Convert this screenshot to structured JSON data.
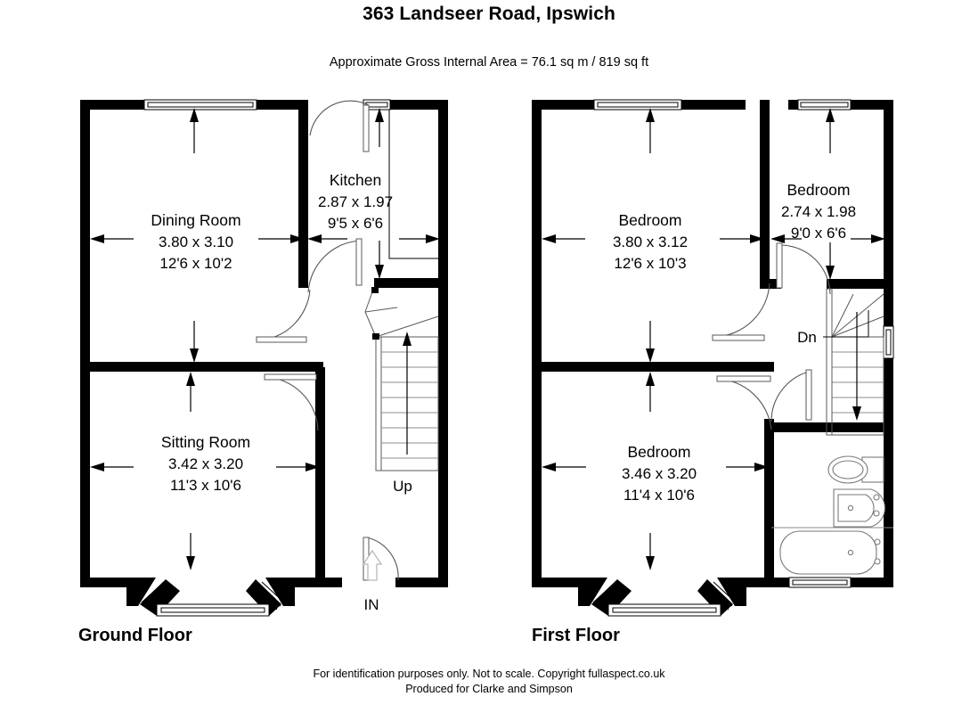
{
  "header": {
    "title": "363 Landseer Road, Ipswich",
    "subtitle": "Approximate Gross Internal Area = 76.1 sq m / 819 sq ft"
  },
  "footer": {
    "line1": "For identification purposes only. Not to scale. Copyright fullaspect.co.uk",
    "line2": "Produced for Clarke and Simpson"
  },
  "floors": [
    {
      "id": "ground",
      "label": "Ground Floor",
      "rooms": [
        {
          "name": "Dining Room",
          "metric": "3.80 x 3.10",
          "imperial": "12'6 x 10'2"
        },
        {
          "name": "Kitchen",
          "metric": "2.87 x 1.97",
          "imperial": "9'5 x 6'6"
        },
        {
          "name": "Sitting Room",
          "metric": "3.42 x 3.20",
          "imperial": "11'3 x 10'6"
        }
      ],
      "annotations": {
        "stairs": "Up",
        "entrance": "IN"
      }
    },
    {
      "id": "first",
      "label": "First Floor",
      "rooms": [
        {
          "name": "Bedroom",
          "metric": "3.80 x 3.12",
          "imperial": "12'6 x 10'3"
        },
        {
          "name": "Bedroom",
          "metric": "2.74 x 1.98",
          "imperial": "9'0 x 6'6"
        },
        {
          "name": "Bedroom",
          "metric": "3.46 x 3.20",
          "imperial": "11'4 x 10'6"
        }
      ],
      "annotations": {
        "stairs": "Dn"
      }
    }
  ],
  "colors": {
    "wall": "#000000",
    "background": "#ffffff",
    "line": "#000000",
    "fixture_stroke": "#7a7a7a"
  }
}
